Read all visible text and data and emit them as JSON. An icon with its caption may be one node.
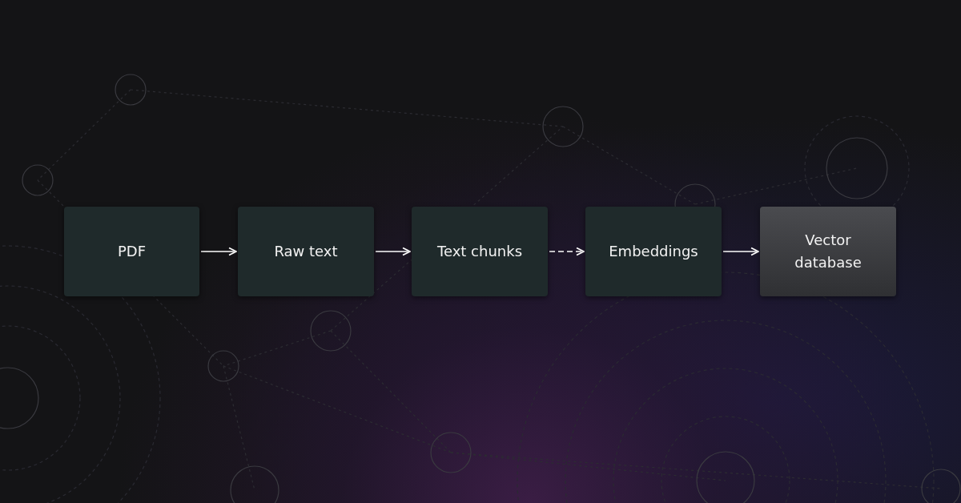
{
  "diagram": {
    "nodes": [
      {
        "text": [
          "PDF"
        ]
      },
      {
        "text": [
          "Raw text"
        ]
      },
      {
        "text": [
          "Text chunks"
        ]
      },
      {
        "text": [
          "Embeddings"
        ]
      },
      {
        "text": [
          "Vector database"
        ]
      }
    ],
    "edges": [
      {
        "from": 0,
        "to": 1,
        "arrow": "to"
      },
      {
        "from": 1,
        "to": 2,
        "arrow": "to"
      },
      {
        "from": 2,
        "to": 3,
        "arrow": "to",
        "style": "dashed"
      },
      {
        "from": 3,
        "to": 4,
        "arrow": "to"
      }
    ]
  }
}
